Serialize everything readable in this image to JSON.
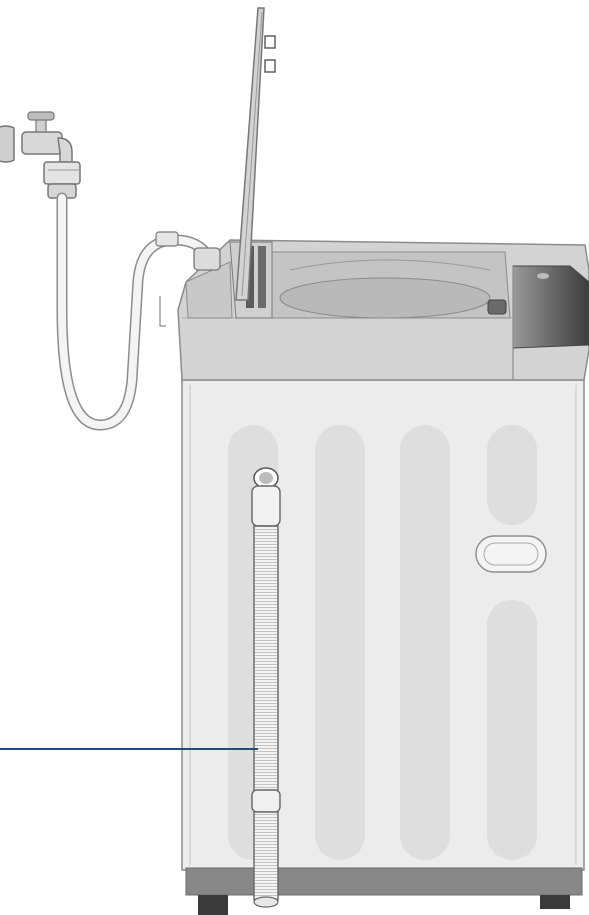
{
  "figure": {
    "kind": "technical-illustration",
    "subject": "top-load-washing-machine-side-view",
    "callout_line_color": "#1f4e7a",
    "parts": [
      {
        "name": "water-tap-icon"
      },
      {
        "name": "inlet-hose"
      },
      {
        "name": "lid"
      },
      {
        "name": "control-panel"
      },
      {
        "name": "drain-hose"
      },
      {
        "name": "cabinet-side-panel"
      }
    ],
    "colors": {
      "body": "#eaeaea",
      "body_outline": "#8c8c8c",
      "top": "#d6d6d6",
      "panel_dark": "#5a5a5a",
      "base": "#888888",
      "hose": "#f2f2f2",
      "callout": "#1f4e7a"
    }
  }
}
